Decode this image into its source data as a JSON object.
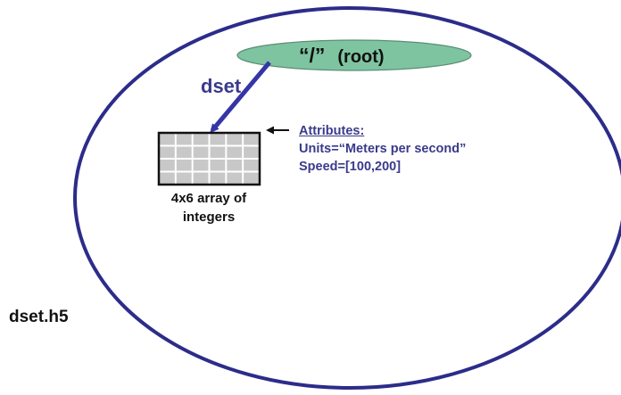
{
  "file": {
    "name": "dset.h5"
  },
  "root_group": {
    "name": "“/”",
    "suffix": "(root)"
  },
  "dataset": {
    "link_name": "dset",
    "rows": 4,
    "cols": 6,
    "caption_line1": "4x6 array of",
    "caption_line2": "integers"
  },
  "attributes": {
    "heading": "Attributes:",
    "units": "Units=“Meters per second”",
    "speed": "Speed=[100,200]"
  },
  "colors": {
    "ellipse_outline": "#2c2c8a",
    "root_fill": "#7ec4a0",
    "link_arrow": "#3535a8",
    "label_blue": "#3a3a8c",
    "grid_fill": "#c8c8c8",
    "grid_lines": "#ffffff"
  }
}
